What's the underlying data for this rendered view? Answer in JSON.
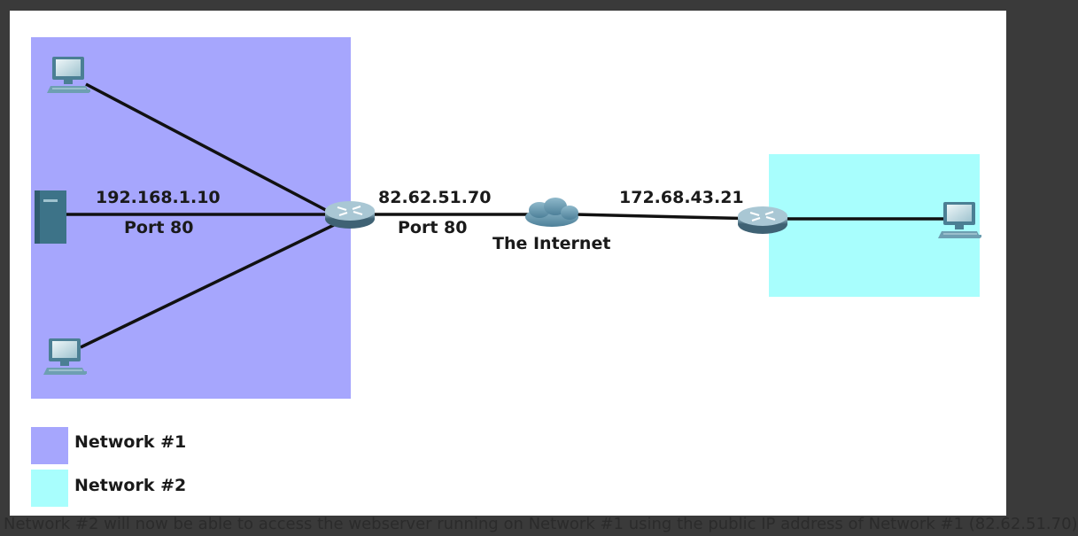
{
  "colors": {
    "network1": "#a6a6fd",
    "network2": "#a8fefd",
    "background": "#3a3a3a",
    "canvas": "#ffffff",
    "link": "#111111"
  },
  "labels": {
    "server_ip": "192.168.1.10",
    "server_port": "Port 80",
    "router1_ip": "82.62.51.70",
    "router1_port": "Port 80",
    "internet": "The Internet",
    "router2_ip": "172.68.43.21"
  },
  "icons": {
    "pc_top": "desktop-pc-icon",
    "server": "server-icon",
    "pc_bottom": "desktop-pc-icon",
    "router1": "router-icon",
    "cloud": "cloud-icon",
    "router2": "router-icon",
    "pc_right": "desktop-pc-icon"
  },
  "legend": [
    {
      "label": "Network #1",
      "color": "#a6a6fd"
    },
    {
      "label": "Network #2",
      "color": "#a8fefd"
    }
  ],
  "caption": "Network #2 will now be able to access the webserver running on Network #1 using the public IP address of Network #1 (82.62.51.70)"
}
